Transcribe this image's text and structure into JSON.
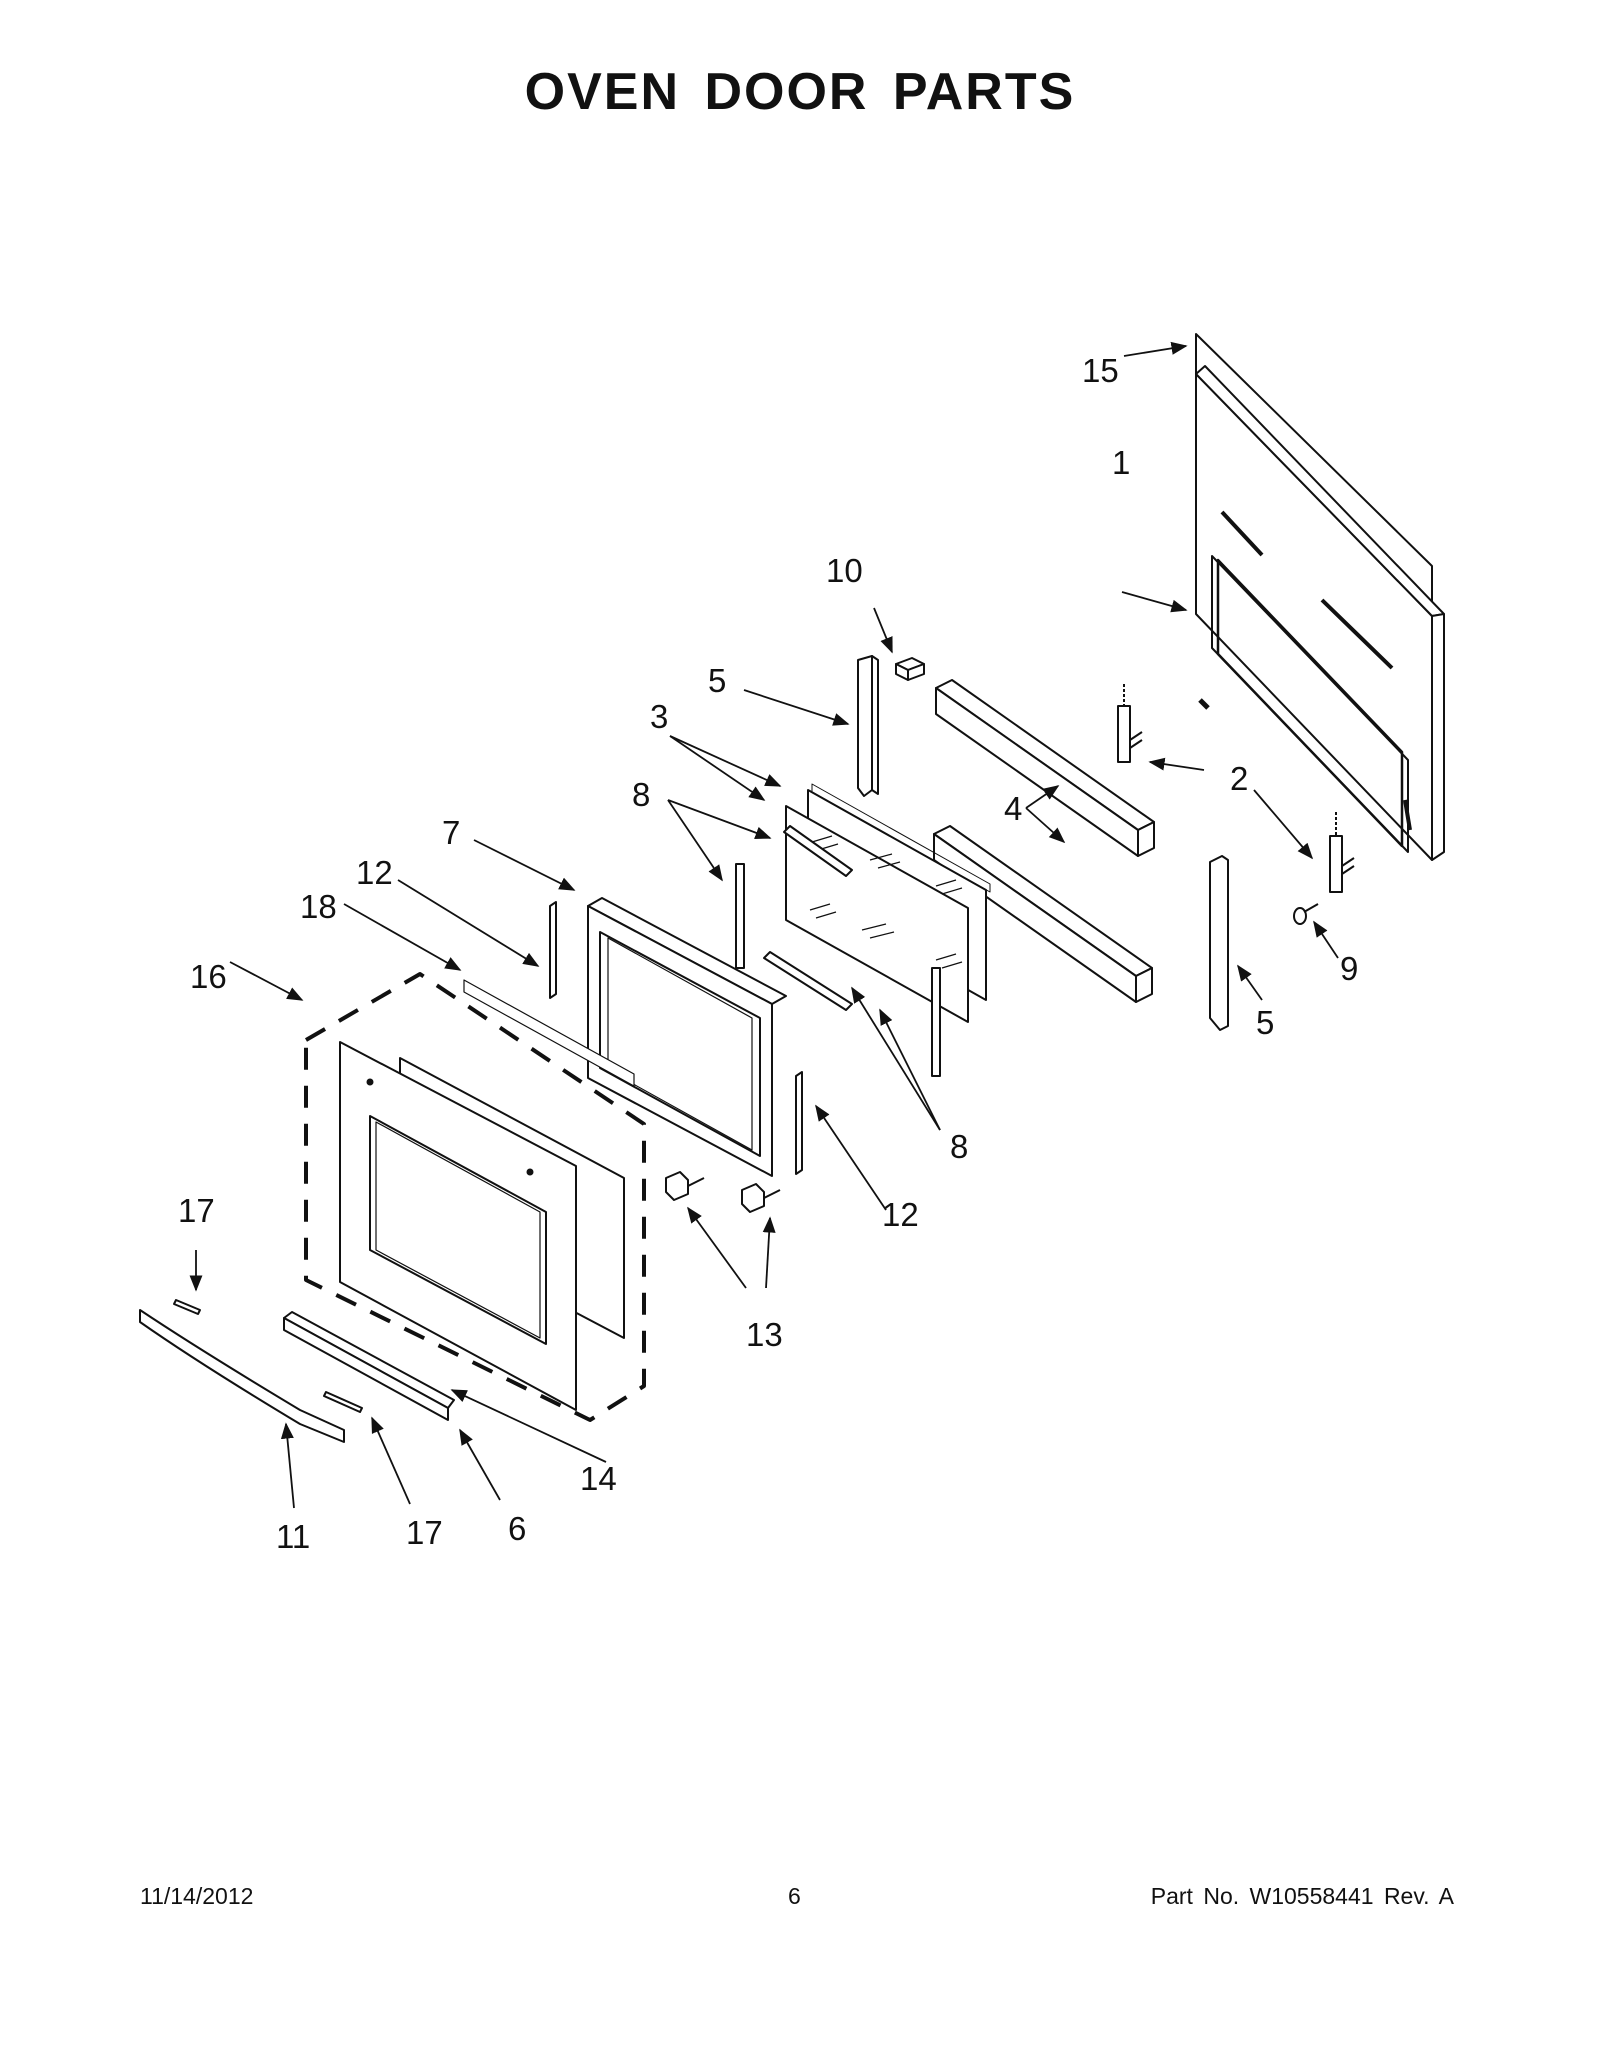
{
  "page": {
    "title": "OVEN DOOR PARTS"
  },
  "callouts": {
    "c1": "1",
    "c2": "2",
    "c3": "3",
    "c4": "4",
    "c5a": "5",
    "c5b": "5",
    "c6": "6",
    "c7": "7",
    "c8a": "8",
    "c8b": "8",
    "c9": "9",
    "c10": "10",
    "c11": "11",
    "c12a": "12",
    "c12b": "12",
    "c13": "13",
    "c14": "14",
    "c15": "15",
    "c16": "16",
    "c17a": "17",
    "c17b": "17",
    "c18": "18"
  },
  "footer": {
    "date": "11/14/2012",
    "page_number": "6",
    "part_number": "Part No.  W10558441  Rev.  A"
  }
}
